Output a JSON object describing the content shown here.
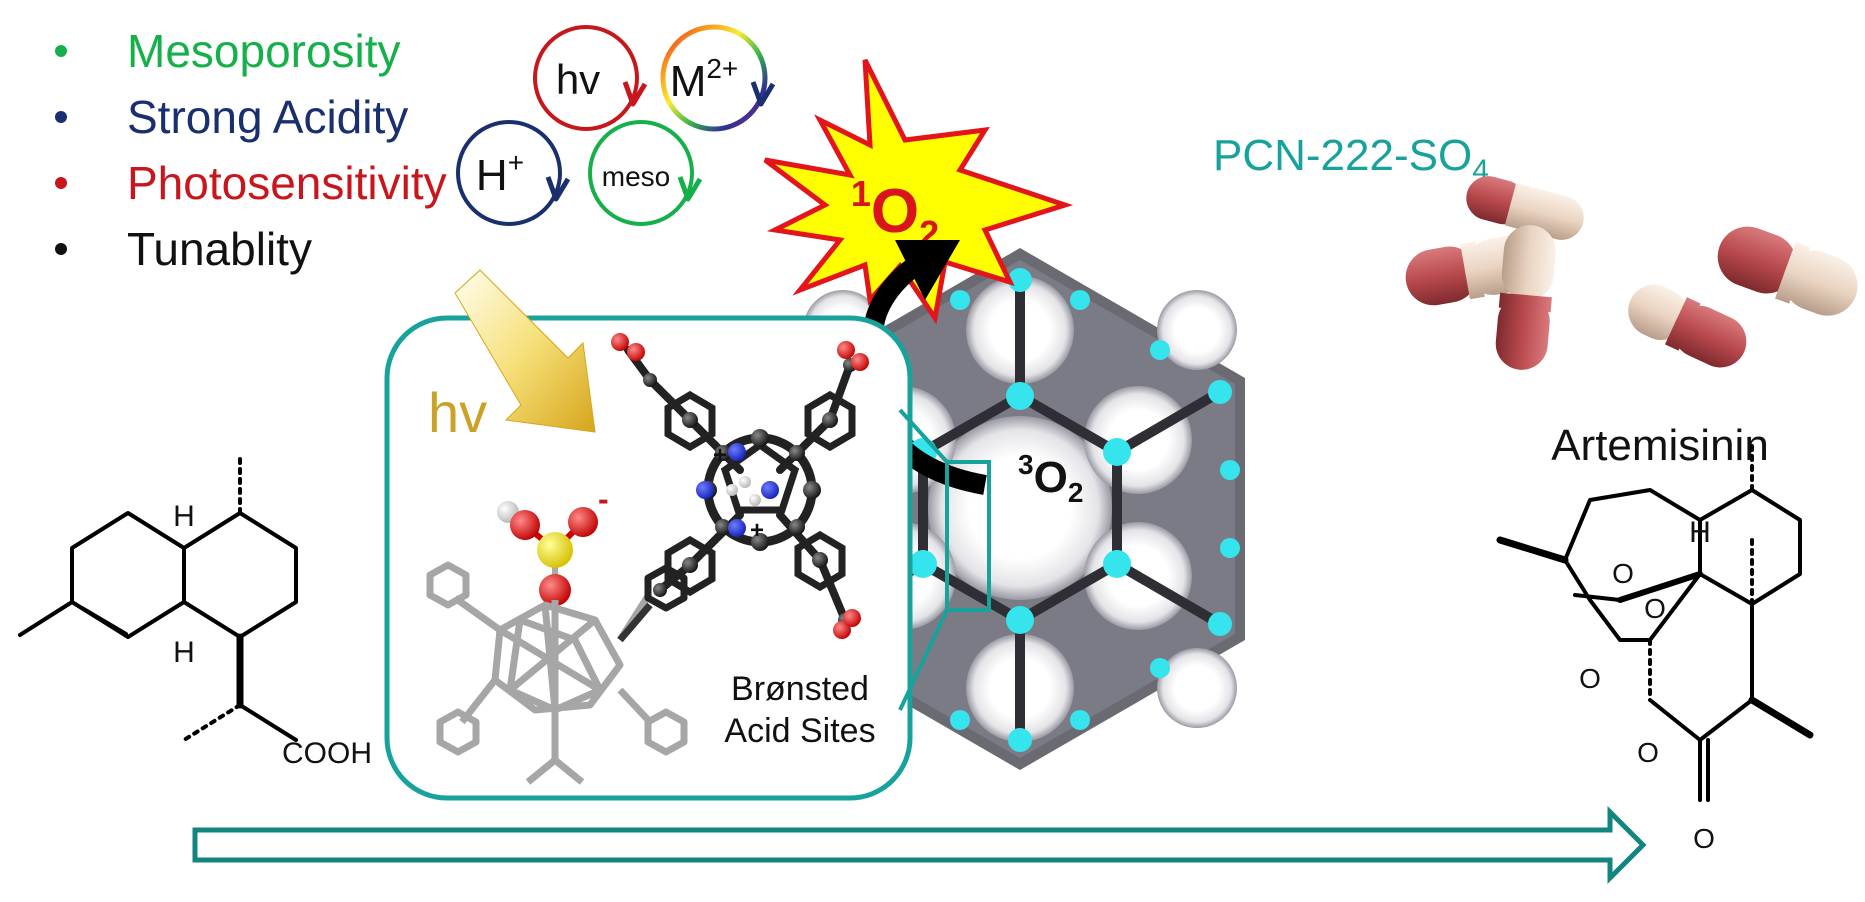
{
  "features": [
    {
      "label": "Mesoporosity",
      "color": "#16b04b"
    },
    {
      "label": "Strong Acidity",
      "color": "#1a2f6e"
    },
    {
      "label": "Photosensitivity",
      "color": "#c8161d"
    },
    {
      "label": "Tunablity",
      "color": "#111111"
    }
  ],
  "cycles": {
    "hv": "hv",
    "metal_base": "M",
    "metal_sup": "2+",
    "proton_base": "H",
    "proton_sup": "+",
    "meso": "meso"
  },
  "singlet_oxygen": {
    "sup": "1",
    "base": "O",
    "sub": "2"
  },
  "triplet_oxygen": {
    "sup": "3",
    "base": "O",
    "sub": "2"
  },
  "framework": {
    "name": "PCN-222-SO",
    "sub": "4"
  },
  "inset": {
    "light_label": "hv",
    "acid_label_line1": "Brønsted",
    "acid_label_line2": "Acid Sites",
    "charge_plus": "+",
    "charge_minus": "-"
  },
  "product": {
    "name": "Artemisinin"
  },
  "starting_material": {
    "cooh": "COOH",
    "h_top": "H",
    "h_bottom": "H"
  },
  "product_atoms": {
    "h": "H",
    "o": "O"
  },
  "colors": {
    "teal": "#17a39b",
    "teal_dark": "#11857e",
    "starburst_fill": "#ffff00",
    "starburst_edge": "#e3151a",
    "singlet_text": "#d9151b",
    "hv_gold": "#c9a227",
    "mof_node": "#35e4ec",
    "capsule_red": "#b94a4e",
    "capsule_cream": "#efdccc"
  }
}
